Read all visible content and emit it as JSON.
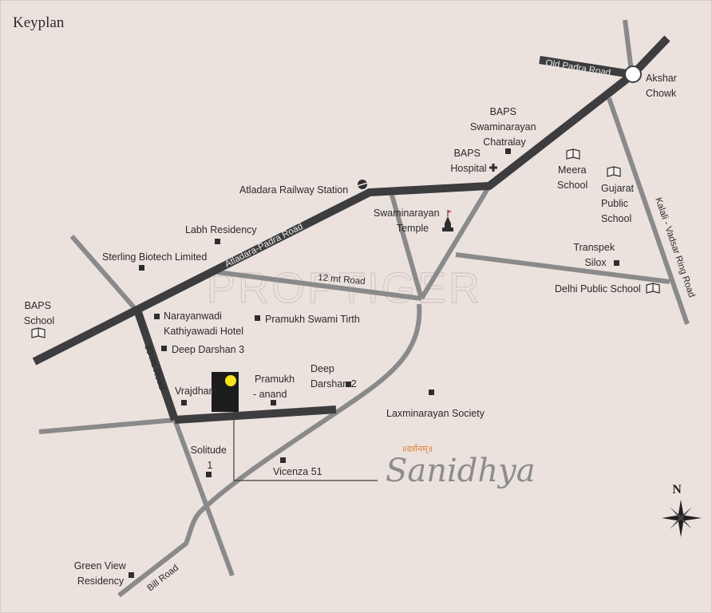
{
  "title": "Keyplan",
  "watermark": "PROPTIGER",
  "brand": {
    "name": "Sanidhya",
    "tagline": "॥दर्शनम्॥"
  },
  "north": "N",
  "roads": {
    "old_padra": "Old Padra Road",
    "atladara_padra": "Atladara-Padra Road",
    "twelve_mt": "12 mt Road",
    "thirty_mt": "30 mt Road",
    "kalali": "Kalali - Vadsar Ring Road",
    "bill": "Bill Road"
  },
  "landmarks": {
    "akshar_chowk": [
      "Akshar",
      "Chowk"
    ],
    "baps_chatralay": [
      "BAPS",
      "Swaminarayan",
      "Chatralay"
    ],
    "baps_hospital": [
      "BAPS",
      "Hospital"
    ],
    "atladara_station": "Atladara Railway Station",
    "swaminarayan_temple": [
      "Swaminarayan",
      "Temple"
    ],
    "meera_school": [
      "Meera",
      "School"
    ],
    "gujarat_public_school": [
      "Gujarat",
      "Public",
      "School"
    ],
    "labh_residency": "Labh Residency",
    "sterling": "Sterling Biotech Limited",
    "transpek": [
      "Transpek",
      "Silox"
    ],
    "delhi_public_school": "Delhi Public School",
    "baps_school": [
      "BAPS",
      "School"
    ],
    "narayanwadi": [
      "Narayanwadi",
      "Kathiyawadi Hotel"
    ],
    "pramukh_swami_tirth": "Pramukh Swami Tirth",
    "deep_darshan_3": "Deep Darshan 3",
    "vrajdham": "Vrajdham",
    "pramukh_anand": [
      "Pramukh",
      "- anand"
    ],
    "deep_darshan_2": [
      "Deep",
      "Darshan  2"
    ],
    "laxminarayan": "Laxminarayan Society",
    "solitude": [
      "Solitude",
      "1"
    ],
    "vicenza": "Vicenza 51",
    "green_view": [
      "Green View",
      "Residency"
    ]
  }
}
